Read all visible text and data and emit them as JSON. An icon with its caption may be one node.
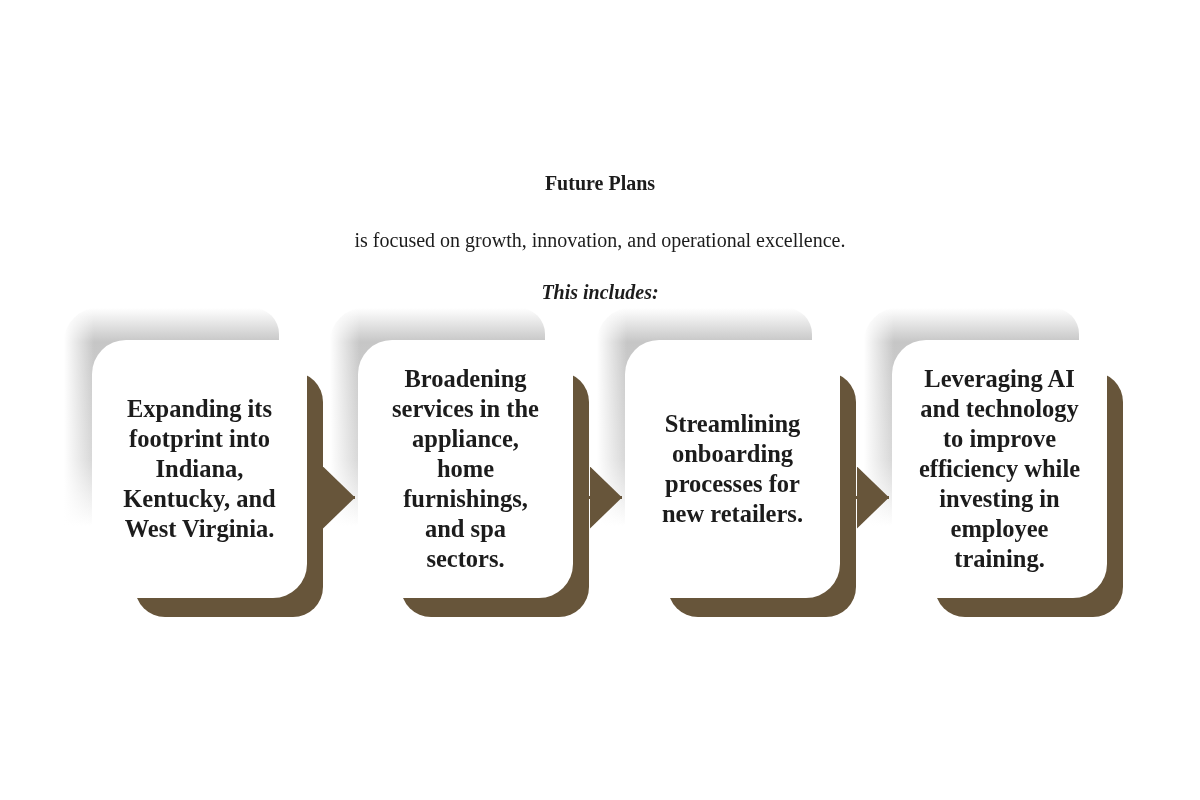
{
  "diagram": {
    "title": "Future Plans",
    "nodes": [
      {
        "text": [
          "Expanding its footprint into Indiana, Kentucky, and West Virginia."
        ]
      },
      {
        "text": [
          "Broadening services in the appliance, home furnishings, and spa sectors."
        ]
      },
      {
        "text": [
          "Streamlining onboarding processes for new retailers."
        ]
      },
      {
        "text": [
          "Leveraging AI and technology to improve efficiency while investing in employee training."
        ]
      }
    ],
    "edges": [
      {
        "from": 0,
        "to": 1,
        "arrow": "to"
      },
      {
        "from": 1,
        "to": 2,
        "arrow": "to"
      },
      {
        "from": 2,
        "to": 3,
        "arrow": "to"
      }
    ],
    "labels": [
      "is focused on growth, innovation, and operational excellence.",
      "This includes:"
    ]
  }
}
